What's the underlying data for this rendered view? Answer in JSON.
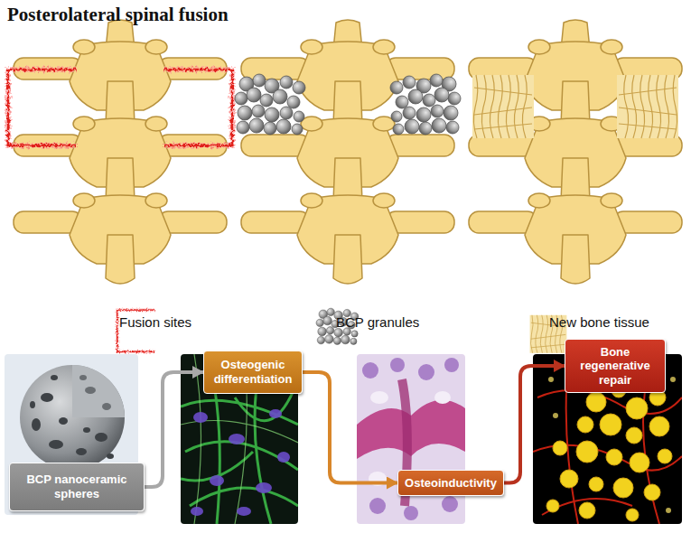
{
  "diagram": {
    "title": "Posterolateral spinal fusion",
    "nodes": [
      {
        "text": [
          "BCP nanoceramic spheres"
        ]
      },
      {
        "text": [
          "Osteogenic differentiation"
        ]
      },
      {
        "text": [
          "Osteoinductivity"
        ]
      },
      {
        "text": [
          "Bone regenerative repair"
        ]
      }
    ],
    "edges": [
      {
        "from": 0,
        "to": 1,
        "arrow": "to"
      },
      {
        "from": 1,
        "to": 2,
        "arrow": "to"
      },
      {
        "from": 2,
        "to": 3,
        "arrow": "to"
      }
    ],
    "legend": [
      {
        "text": "Fusion sites"
      },
      {
        "text": "BCP granules"
      },
      {
        "text": "New bone tissue"
      }
    ]
  }
}
